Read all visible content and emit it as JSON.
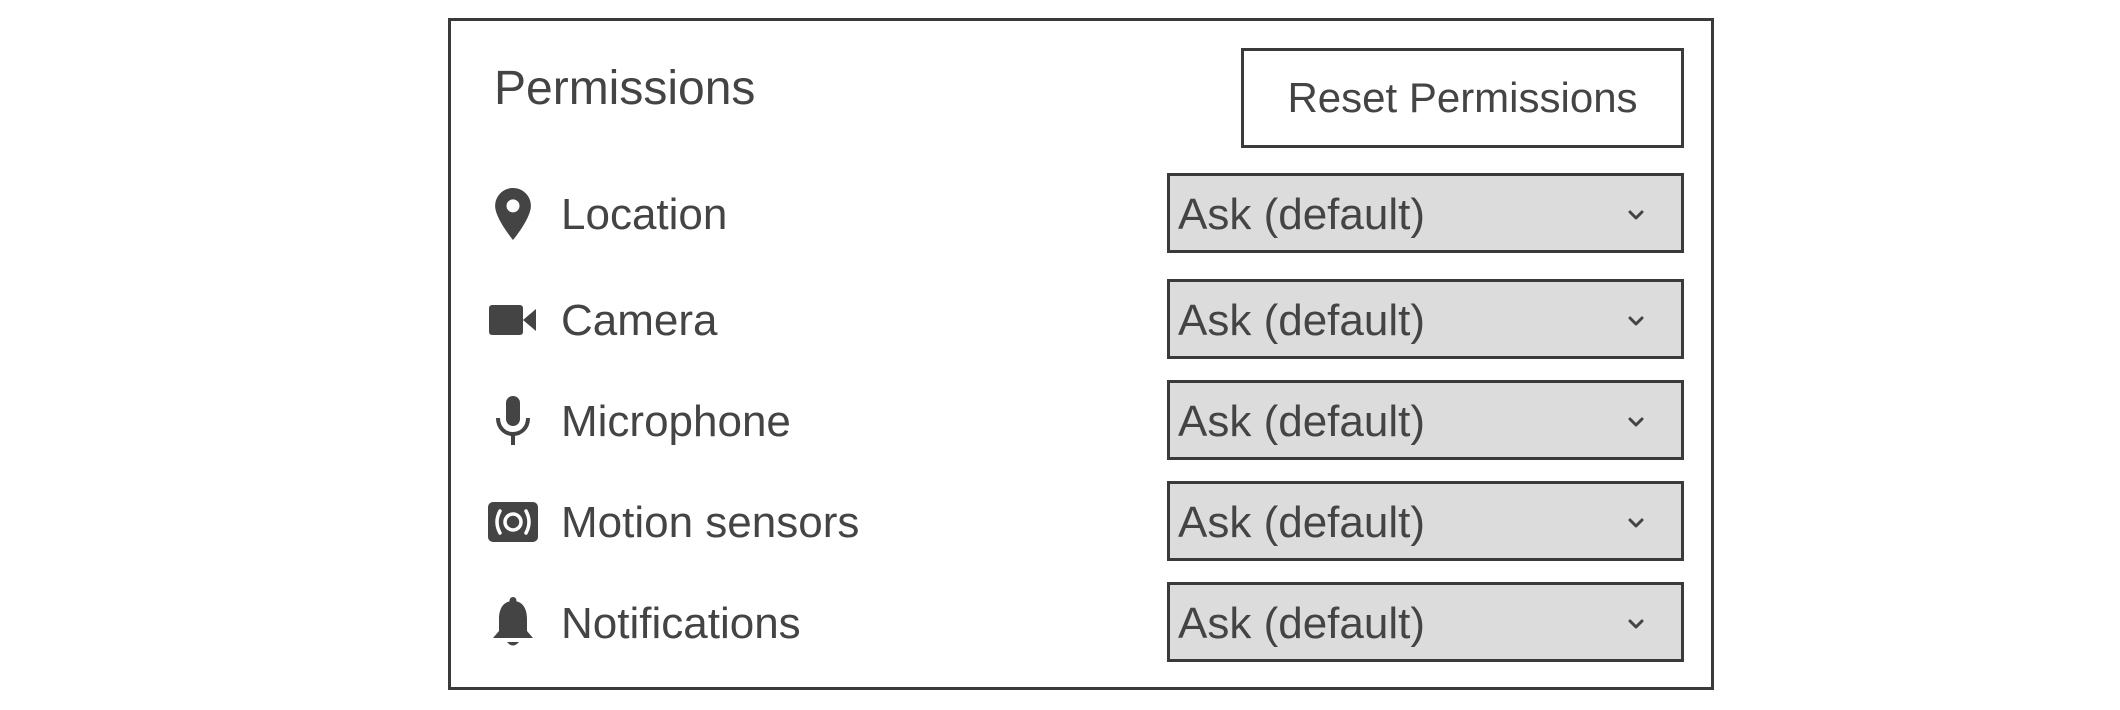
{
  "panel": {
    "title": "Permissions",
    "reset_label": "Reset Permissions"
  },
  "permissions": [
    {
      "label": "Location",
      "icon": "location-pin-icon",
      "value": "Ask (default)"
    },
    {
      "label": "Camera",
      "icon": "video-camera-icon",
      "value": "Ask (default)"
    },
    {
      "label": "Microphone",
      "icon": "microphone-icon",
      "value": "Ask (default)"
    },
    {
      "label": "Motion sensors",
      "icon": "motion-sensor-icon",
      "value": "Ask (default)"
    },
    {
      "label": "Notifications",
      "icon": "bell-icon",
      "value": "Ask (default)"
    }
  ],
  "colors": {
    "border": "#3a3a3a",
    "text": "#444444",
    "select_bg": "#dcdcdc",
    "background": "#ffffff"
  }
}
